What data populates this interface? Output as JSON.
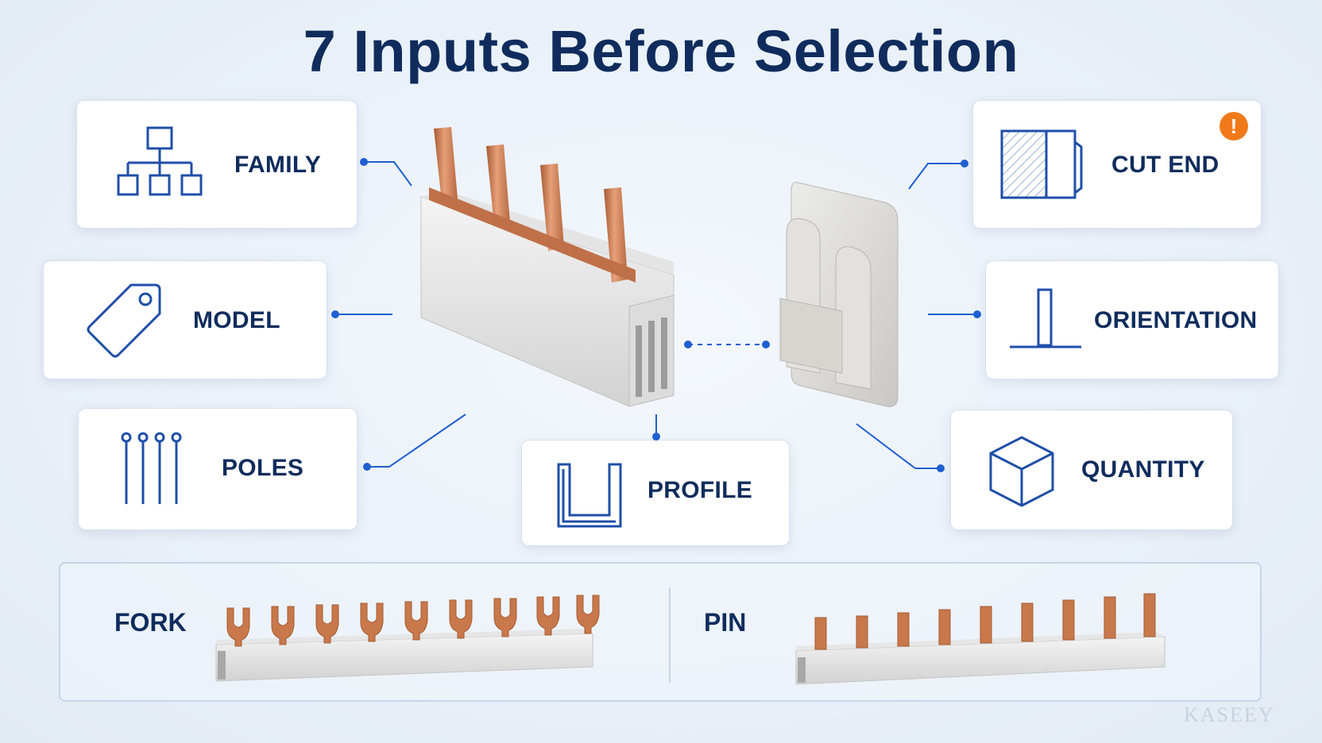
{
  "title": "7 Inputs Before Selection",
  "inputs": {
    "family": {
      "label": "FAMILY",
      "icon": "hierarchy-icon"
    },
    "model": {
      "label": "MODEL",
      "icon": "tag-icon"
    },
    "poles": {
      "label": "POLES",
      "icon": "poles-icon"
    },
    "profile": {
      "label": "PROFILE",
      "icon": "profile-icon"
    },
    "cut_end": {
      "label": "CUT END",
      "icon": "cut-end-icon",
      "badge": "!"
    },
    "orientation": {
      "label": "ORIENTATION",
      "icon": "orientation-icon"
    },
    "quantity": {
      "label": "QUANTITY",
      "icon": "cube-icon"
    }
  },
  "types": {
    "fork": "FORK",
    "pin": "PIN"
  },
  "watermark": "KASEEY",
  "colors": {
    "navy": "#0f2c5c",
    "accent_blue": "#1f5fd1",
    "copper": "#c8784a",
    "alert_orange": "#f07a1a"
  }
}
